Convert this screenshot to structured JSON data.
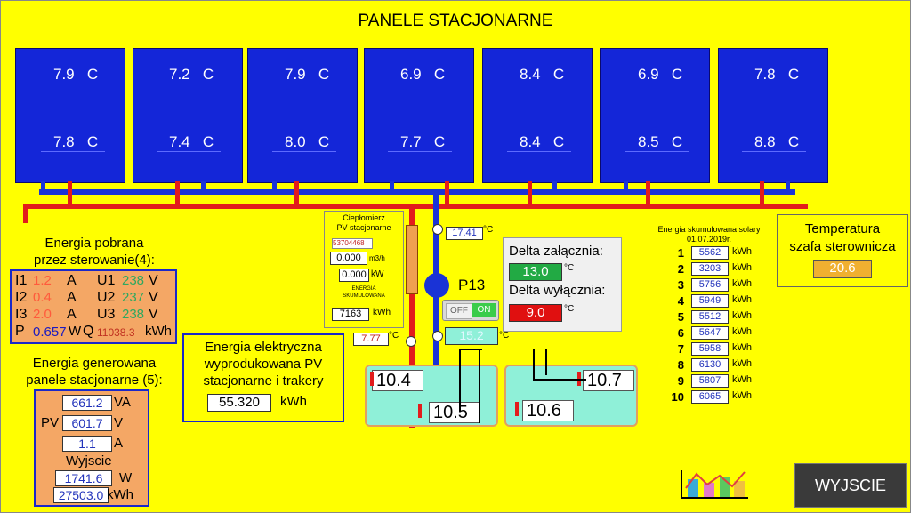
{
  "title": "PANELE STACJONARNE",
  "panels": [
    {
      "t1": "7.9",
      "t2": "7.8"
    },
    {
      "t1": "7.2",
      "t2": "7.4"
    },
    {
      "t1": "7.9",
      "t2": "8.0"
    },
    {
      "t1": "6.9",
      "t2": "7.7"
    },
    {
      "t1": "8.4",
      "t2": "8.4"
    },
    {
      "t1": "6.9",
      "t2": "8.5"
    },
    {
      "t1": "7.8",
      "t2": "8.8"
    }
  ],
  "unit_c": "C",
  "unit_deg_c": "°C",
  "ctrl": {
    "title1": "Energia pobrana",
    "title2": "przez sterowanie(4):",
    "I1_label": "I1",
    "I1": "1.2",
    "A": "A",
    "I2_label": "I2",
    "I2": "0.4",
    "I3_label": "I3",
    "I3": "2.0",
    "U1_label": "U1",
    "U1": "238",
    "V": "V",
    "U2_label": "U2",
    "U2": "237",
    "U3_label": "U3",
    "U3": "238",
    "P_label": "P",
    "P": "0.657",
    "W": "W",
    "Q_label": "Q",
    "Q": "11038.3",
    "kWh": "kWh"
  },
  "gen": {
    "title1": "Energia generowana",
    "title2": "panele stacjonarne (5):",
    "va": "661.2",
    "va_unit": "VA",
    "pv_label": "PV",
    "pv": "601.7",
    "v_unit": "V",
    "a": "1.1",
    "a_unit": "A",
    "out_label": "Wyjscie",
    "w": "1741.6",
    "w_unit": "W",
    "kwh": "27503.0",
    "kwh_unit": "kWh"
  },
  "elec": {
    "title1": "Energia elektryczna",
    "title2": "wyprodukowana PV",
    "title3": "stacjonarne i trakery",
    "value": "55.320",
    "unit": "kWh"
  },
  "heatmeter": {
    "title1": "Ciepłomierz",
    "title2": "PV stacjonarne",
    "serial": "53704468",
    "flow": "0.000",
    "flow_unit": "m3/h",
    "power": "0.000",
    "power_unit": "kW",
    "energy_label1": "ENERGIA",
    "energy_label2": "SKUMULOWANA",
    "energy": "7163",
    "energy_unit": "kWh"
  },
  "temps": {
    "supply": "17.41",
    "return_left": "7.77",
    "return_right": "15.2"
  },
  "pump": {
    "label": "P13",
    "off": "OFF",
    "on": "ON"
  },
  "delta": {
    "on_label": "Delta załącznia:",
    "on_value": "13.0",
    "off_label": "Delta wyłącznia:",
    "off_value": "9.0"
  },
  "tanks": {
    "left_top": "10.4",
    "left_bottom": "10.5",
    "right_top": "10.7",
    "right_bottom": "10.6"
  },
  "accum": {
    "title1": "Energia skumulowana solary",
    "title2": "01.07.2019r.",
    "unit": "kWh",
    "rows": [
      {
        "n": "1",
        "v": "5562"
      },
      {
        "n": "2",
        "v": "3203"
      },
      {
        "n": "3",
        "v": "5756"
      },
      {
        "n": "4",
        "v": "5949"
      },
      {
        "n": "5",
        "v": "5512"
      },
      {
        "n": "6",
        "v": "5647"
      },
      {
        "n": "7",
        "v": "5958"
      },
      {
        "n": "8",
        "v": "6130"
      },
      {
        "n": "9",
        "v": "5807"
      },
      {
        "n": "10",
        "v": "6065"
      }
    ]
  },
  "cabinet": {
    "title1": "Temperatura",
    "title2": "szafa sterownicza",
    "value": "20.6"
  },
  "exit_label": "WYJSCIE",
  "colors": {
    "background": "#ffff00",
    "panel": "#1426d8",
    "hot_pipe": "#e21c1c",
    "cold_pipe": "#1a33d6",
    "delta_on": "#22aa44",
    "delta_off": "#e01010"
  }
}
